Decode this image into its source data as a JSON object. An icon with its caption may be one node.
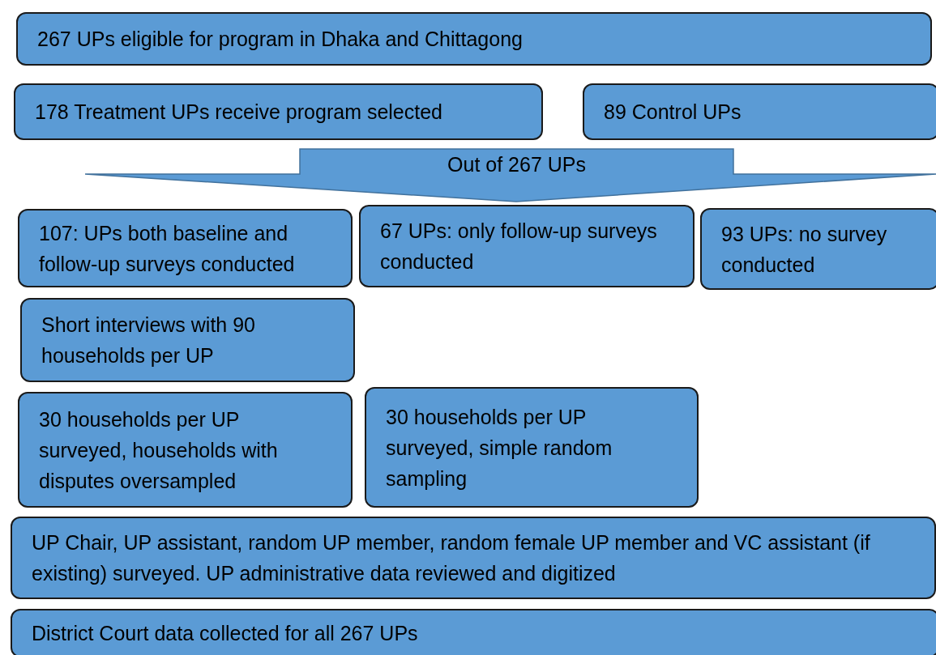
{
  "diagram": {
    "nodes": [
      {
        "text": [
          "267 UPs eligible for program in Dhaka and Chittagong"
        ]
      },
      {
        "text": [
          "178 Treatment UPs receive program selected"
        ]
      },
      {
        "text": [
          "89 Control UPs"
        ]
      },
      {
        "text": [
          "Out of 267 UPs"
        ]
      },
      {
        "text": [
          "107: UPs both baseline and follow-up surveys conducted"
        ]
      },
      {
        "text": [
          "67 UPs: only follow-up surveys conducted"
        ]
      },
      {
        "text": [
          "93 UPs: no survey conducted"
        ]
      },
      {
        "text": [
          "Short interviews with 90 households per UP"
        ]
      },
      {
        "text": [
          "30 households per UP surveyed, households with disputes oversampled"
        ]
      },
      {
        "text": [
          "30 households per UP surveyed, simple random sampling"
        ]
      },
      {
        "text": [
          "UP Chair, UP assistant, random UP member, random female UP member and VC assistant (if existing) surveyed. UP administrative data reviewed and digitized"
        ]
      },
      {
        "text": [
          "District Court data collected for all 267 UPs"
        ]
      }
    ]
  }
}
